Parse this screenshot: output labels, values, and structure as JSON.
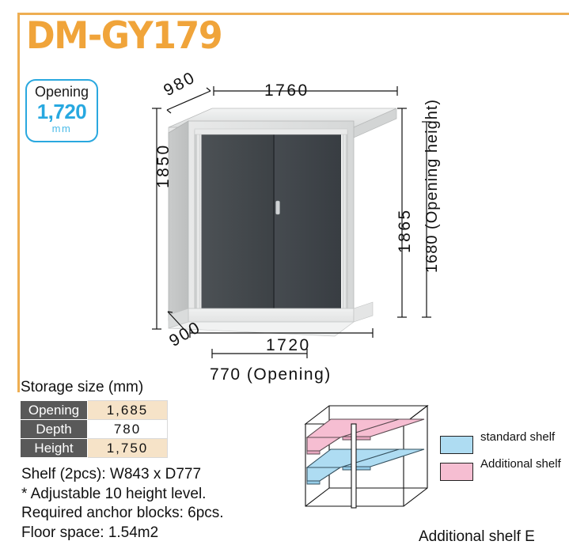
{
  "product": {
    "model": "DM-GY179"
  },
  "badge": {
    "label": "Opening",
    "value": "1,720",
    "unit": "mm",
    "accent_color": "#27a8e0"
  },
  "drawing": {
    "dim_depth_top": "980",
    "dim_width_top": "1760",
    "dim_height_left": "1850",
    "dim_height_right": "1865",
    "dim_opening_height_right": "1680 (Opening height)",
    "dim_depth_bottom": "900",
    "dim_width_bottom": "1720",
    "dim_opening_bottom": "770 (Opening)"
  },
  "storage": {
    "heading": "Storage size (mm)",
    "rows": [
      {
        "label": "Opening",
        "value": "1,685"
      },
      {
        "label": "Depth",
        "value": "780"
      },
      {
        "label": "Height",
        "value": "1,750"
      }
    ]
  },
  "notes": [
    "Shelf (2pcs): W843 x D777",
    "* Adjustable 10 height level.",
    "Required anchor blocks: 6pcs.",
    "Floor space: 1.54m2"
  ],
  "shelf_figure": {
    "caption": "Additional shelf E",
    "legend": [
      {
        "label": "standard shelf",
        "color": "#aedcf2"
      },
      {
        "label": "Additional shelf",
        "color": "#f6bed2"
      }
    ]
  },
  "theme": {
    "frame_orange": "#eeae52",
    "title_orange": "#f0a43a",
    "table_label_bg": "#595959",
    "table_tint_bg": "#f6e3c8"
  }
}
